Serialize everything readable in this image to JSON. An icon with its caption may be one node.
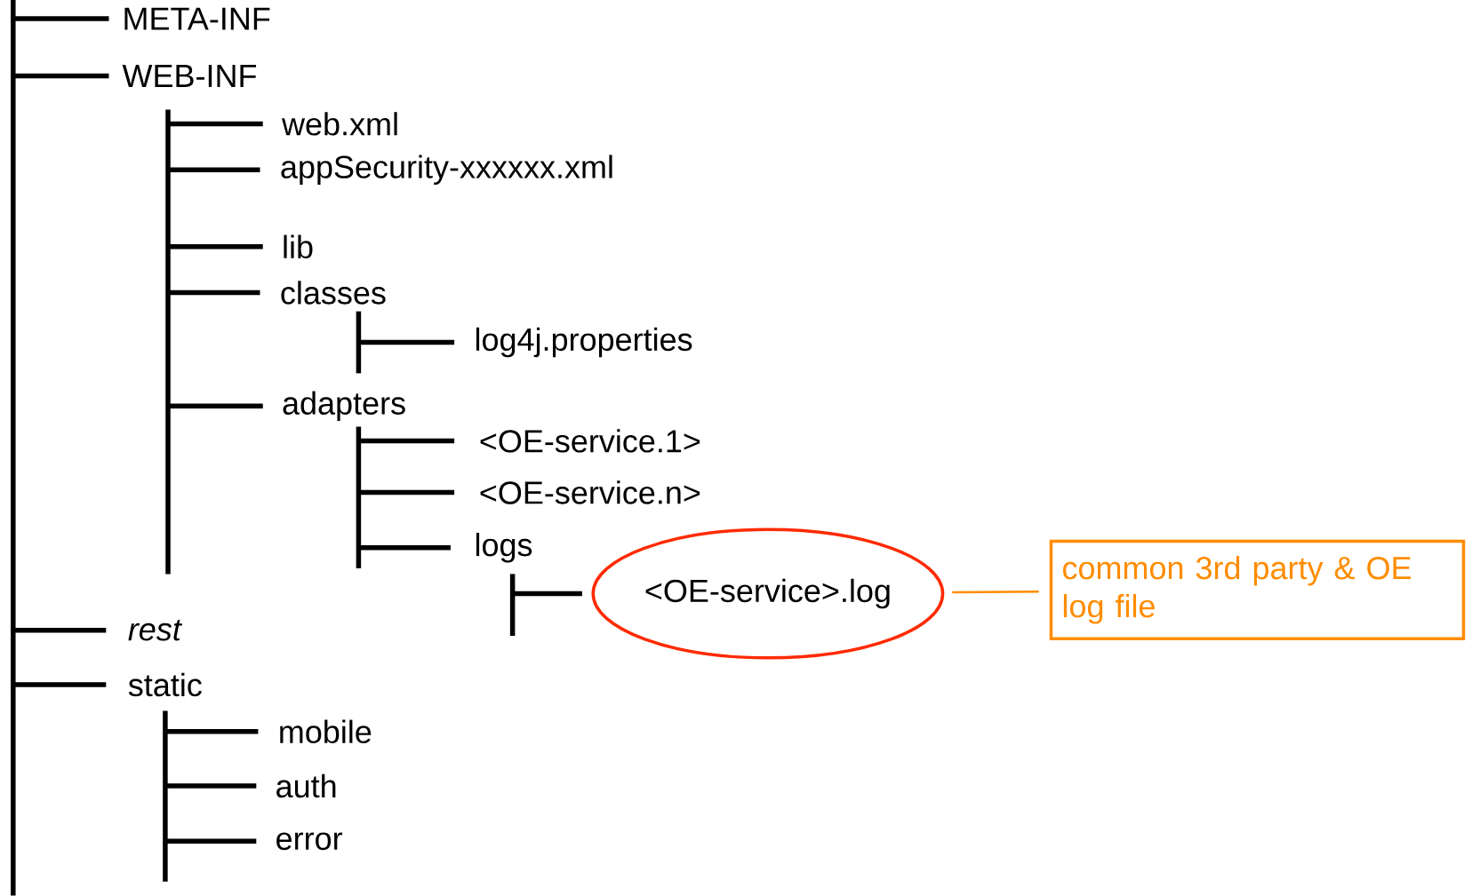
{
  "diagram": {
    "nodes": [
      {
        "text": [
          "META-INF"
        ]
      },
      {
        "text": [
          "WEB-INF"
        ]
      },
      {
        "text": [
          "web.xml"
        ]
      },
      {
        "text": [
          "appSecurity-xxxxxx.xml"
        ]
      },
      {
        "text": [
          "lib"
        ]
      },
      {
        "text": [
          "classes"
        ]
      },
      {
        "text": [
          "log4j.properties"
        ]
      },
      {
        "text": [
          "adapters"
        ]
      },
      {
        "text": [
          "<OE-service.1>"
        ]
      },
      {
        "text": [
          "<OE-service.n>"
        ]
      },
      {
        "text": [
          "logs"
        ]
      },
      {
        "text": [
          "<OE-service>.log"
        ]
      },
      {
        "text": [
          "common 3rd party & OE log file"
        ]
      },
      {
        "text": [
          "rest"
        ]
      },
      {
        "text": [
          "static"
        ]
      },
      {
        "text": [
          "mobile"
        ]
      },
      {
        "text": [
          "auth"
        ]
      },
      {
        "text": [
          "error"
        ]
      },
      {
        "text": [],
        "shape": "bar"
      },
      {
        "text": [],
        "shape": "bar"
      },
      {
        "text": [],
        "shape": "bar"
      },
      {
        "text": [],
        "shape": "bar"
      },
      {
        "text": [],
        "shape": "bar"
      },
      {
        "text": [],
        "shape": "bar"
      }
    ],
    "edges": [
      {
        "from": 12,
        "to": 11,
        "arrow": "none",
        "color": "#ff8c00"
      },
      {
        "from": 18,
        "to": 0,
        "arrow": "none"
      },
      {
        "from": 18,
        "to": 1,
        "arrow": "none"
      },
      {
        "from": 19,
        "to": 2,
        "arrow": "none"
      },
      {
        "from": 19,
        "to": 3,
        "arrow": "none"
      },
      {
        "from": 19,
        "to": 4,
        "arrow": "none"
      },
      {
        "from": 19,
        "to": 5,
        "arrow": "none"
      },
      {
        "from": 20,
        "to": 6,
        "arrow": "none"
      },
      {
        "from": 19,
        "to": 7,
        "arrow": "none"
      },
      {
        "from": 21,
        "to": 8,
        "arrow": "none"
      },
      {
        "from": 21,
        "to": 9,
        "arrow": "none"
      },
      {
        "from": 21,
        "to": 10,
        "arrow": "none"
      },
      {
        "from": 22,
        "to": 11,
        "arrow": "none"
      },
      {
        "from": 18,
        "to": 13,
        "arrow": "none"
      },
      {
        "from": 18,
        "to": 14,
        "arrow": "none"
      },
      {
        "from": 23,
        "to": 15,
        "arrow": "none"
      },
      {
        "from": 23,
        "to": 16,
        "arrow": "none"
      },
      {
        "from": 23,
        "to": 17,
        "arrow": "none"
      }
    ]
  }
}
